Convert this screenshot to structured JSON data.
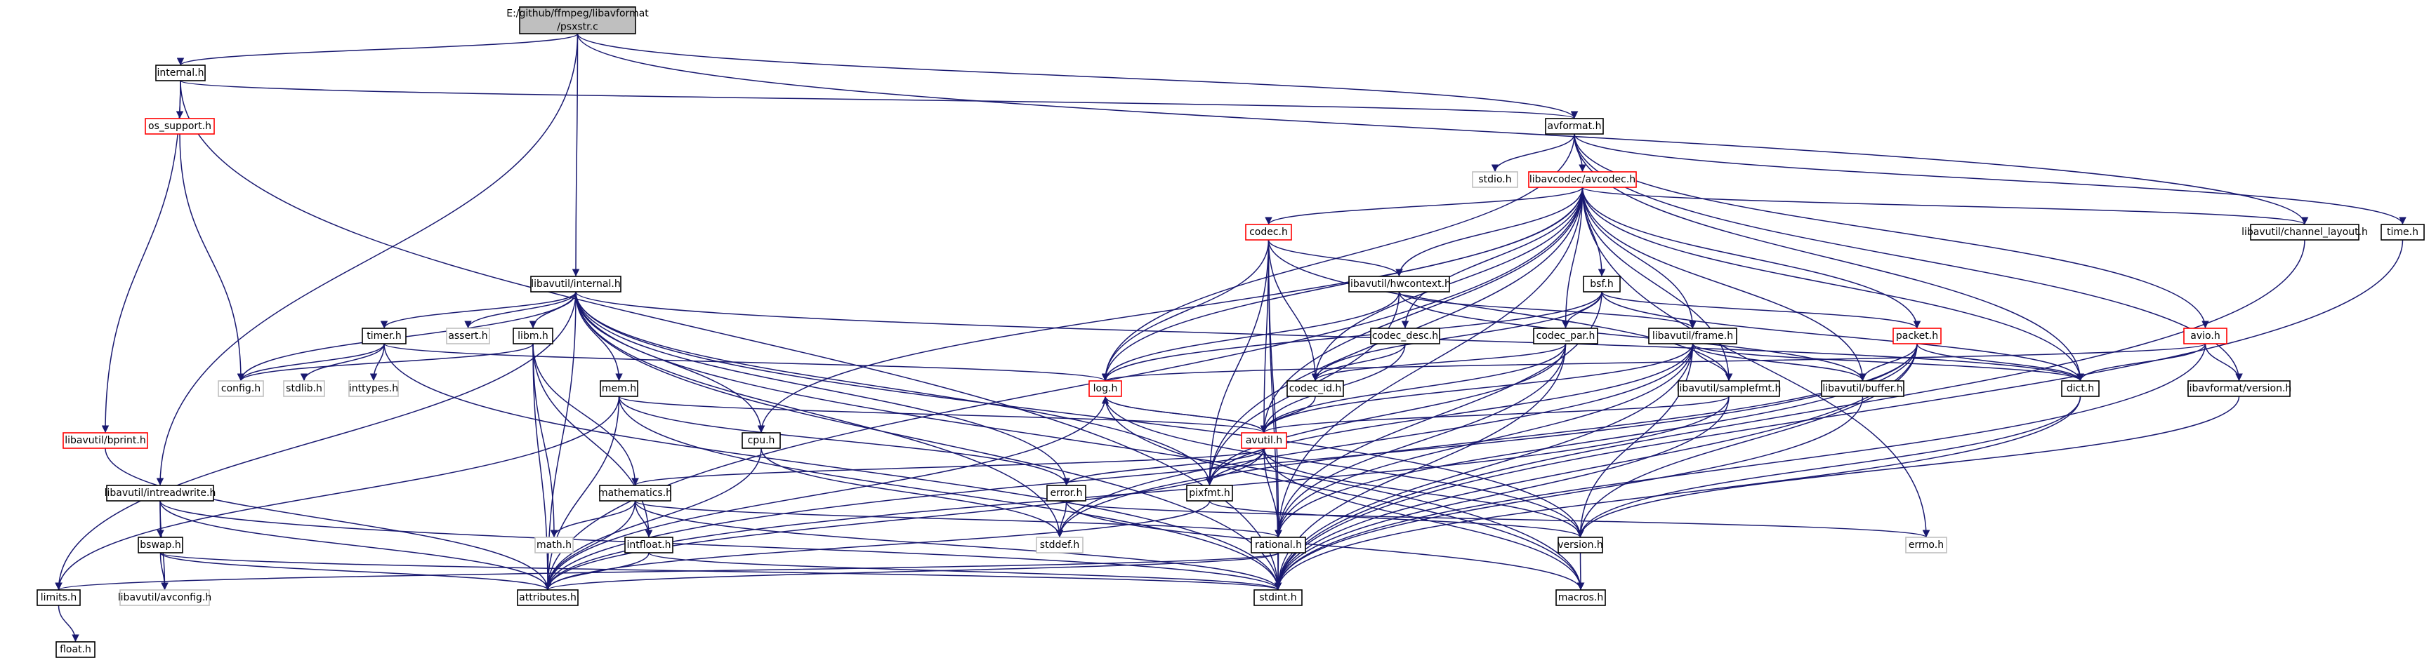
{
  "colors": {
    "background": "#ffffff",
    "edge": "#191970",
    "node_border": "#000000",
    "node_border_undocumented": "#bfbfbf",
    "node_border_truncated": "#ff0000",
    "root_fill": "#bfbfbf",
    "text": "#000000"
  },
  "nodes": [
    {
      "id": "root",
      "lines": [
        "E:/github/ffmpeg/libavformat",
        "/psxstr.c"
      ],
      "style": "root"
    },
    {
      "id": "internal_h",
      "lines": [
        "internal.h"
      ],
      "style": "normal"
    },
    {
      "id": "os_support",
      "lines": [
        "os_support.h"
      ],
      "style": "truncated"
    },
    {
      "id": "avformat_h",
      "lines": [
        "avformat.h"
      ],
      "style": "normal"
    },
    {
      "id": "stdio_h",
      "lines": [
        "stdio.h"
      ],
      "style": "undoc"
    },
    {
      "id": "avcodec_h",
      "lines": [
        "libavcodec/avcodec.h"
      ],
      "style": "truncated"
    },
    {
      "id": "codec_h",
      "lines": [
        "codec.h"
      ],
      "style": "truncated"
    },
    {
      "id": "hwcontext",
      "lines": [
        "libavutil/hwcontext.h"
      ],
      "style": "normal"
    },
    {
      "id": "bsf_h",
      "lines": [
        "bsf.h"
      ],
      "style": "normal"
    },
    {
      "id": "packet_h",
      "lines": [
        "packet.h"
      ],
      "style": "truncated"
    },
    {
      "id": "chlayout",
      "lines": [
        "libavutil/channel_layout.h"
      ],
      "style": "normal"
    },
    {
      "id": "time_h",
      "lines": [
        "time.h"
      ],
      "style": "normal"
    },
    {
      "id": "avio_h",
      "lines": [
        "avio.h"
      ],
      "style": "truncated"
    },
    {
      "id": "lavf_version",
      "lines": [
        "libavformat/version.h"
      ],
      "style": "normal"
    },
    {
      "id": "dict_h",
      "lines": [
        "dict.h"
      ],
      "style": "normal"
    },
    {
      "id": "lavu_internal",
      "lines": [
        "libavutil/internal.h"
      ],
      "style": "normal"
    },
    {
      "id": "timer_h",
      "lines": [
        "timer.h"
      ],
      "style": "normal"
    },
    {
      "id": "assert_h",
      "lines": [
        "assert.h"
      ],
      "style": "undoc"
    },
    {
      "id": "libm_h",
      "lines": [
        "libm.h"
      ],
      "style": "normal"
    },
    {
      "id": "config_h",
      "lines": [
        "config.h"
      ],
      "style": "undoc"
    },
    {
      "id": "stdlib_h",
      "lines": [
        "stdlib.h"
      ],
      "style": "undoc"
    },
    {
      "id": "inttypes_h",
      "lines": [
        "inttypes.h"
      ],
      "style": "undoc"
    },
    {
      "id": "codec_desc",
      "lines": [
        "codec_desc.h"
      ],
      "style": "normal"
    },
    {
      "id": "codec_par",
      "lines": [
        "codec_par.h"
      ],
      "style": "normal"
    },
    {
      "id": "frame_h",
      "lines": [
        "libavutil/frame.h"
      ],
      "style": "normal"
    },
    {
      "id": "codec_id",
      "lines": [
        "codec_id.h"
      ],
      "style": "normal"
    },
    {
      "id": "log_h",
      "lines": [
        "log.h"
      ],
      "style": "truncated"
    },
    {
      "id": "samplefmt",
      "lines": [
        "libavutil/samplefmt.h"
      ],
      "style": "normal"
    },
    {
      "id": "buffer_h",
      "lines": [
        "libavutil/buffer.h"
      ],
      "style": "normal"
    },
    {
      "id": "mem_h",
      "lines": [
        "mem.h"
      ],
      "style": "normal"
    },
    {
      "id": "cpu_h",
      "lines": [
        "cpu.h"
      ],
      "style": "normal"
    },
    {
      "id": "avutil_h",
      "lines": [
        "avutil.h"
      ],
      "style": "truncated"
    },
    {
      "id": "bprint",
      "lines": [
        "libavutil/bprint.h"
      ],
      "style": "truncated"
    },
    {
      "id": "intreadwrite",
      "lines": [
        "libavutil/intreadwrite.h"
      ],
      "style": "normal"
    },
    {
      "id": "mathematics",
      "lines": [
        "mathematics.h"
      ],
      "style": "normal"
    },
    {
      "id": "error_h",
      "lines": [
        "error.h"
      ],
      "style": "normal"
    },
    {
      "id": "pixfmt_h",
      "lines": [
        "pixfmt.h"
      ],
      "style": "normal"
    },
    {
      "id": "bswap_h",
      "lines": [
        "bswap.h"
      ],
      "style": "normal"
    },
    {
      "id": "math_h",
      "lines": [
        "math.h"
      ],
      "style": "undoc"
    },
    {
      "id": "intfloat_h",
      "lines": [
        "intfloat.h"
      ],
      "style": "normal"
    },
    {
      "id": "stddef_h",
      "lines": [
        "stddef.h"
      ],
      "style": "undoc"
    },
    {
      "id": "rational_h",
      "lines": [
        "rational.h"
      ],
      "style": "normal"
    },
    {
      "id": "version_h",
      "lines": [
        "version.h"
      ],
      "style": "normal"
    },
    {
      "id": "errno_h",
      "lines": [
        "errno.h"
      ],
      "style": "undoc"
    },
    {
      "id": "limits_h",
      "lines": [
        "limits.h"
      ],
      "style": "normal"
    },
    {
      "id": "avconfig",
      "lines": [
        "libavutil/avconfig.h"
      ],
      "style": "undoc"
    },
    {
      "id": "attributes",
      "lines": [
        "attributes.h"
      ],
      "style": "normal"
    },
    {
      "id": "stdint_h",
      "lines": [
        "stdint.h"
      ],
      "style": "normal"
    },
    {
      "id": "macros_h",
      "lines": [
        "macros.h"
      ],
      "style": "normal"
    },
    {
      "id": "float_h",
      "lines": [
        "float.h"
      ],
      "style": "normal"
    }
  ],
  "edges": [
    [
      "root",
      "internal_h"
    ],
    [
      "root",
      "avformat_h"
    ],
    [
      "root",
      "lavu_internal"
    ],
    [
      "root",
      "intreadwrite"
    ],
    [
      "root",
      "chlayout"
    ],
    [
      "internal_h",
      "os_support"
    ],
    [
      "internal_h",
      "avformat_h"
    ],
    [
      "internal_h",
      "bprint"
    ],
    [
      "internal_h",
      "stdint_h"
    ],
    [
      "os_support",
      "config_h"
    ],
    [
      "avformat_h",
      "stdio_h"
    ],
    [
      "avformat_h",
      "avcodec_h"
    ],
    [
      "avformat_h",
      "time_h"
    ],
    [
      "avformat_h",
      "avio_h"
    ],
    [
      "avformat_h",
      "lavf_version"
    ],
    [
      "avformat_h",
      "dict_h"
    ],
    [
      "avformat_h",
      "log_h"
    ],
    [
      "avcodec_h",
      "codec_h"
    ],
    [
      "avcodec_h",
      "hwcontext"
    ],
    [
      "avcodec_h",
      "bsf_h"
    ],
    [
      "avcodec_h",
      "packet_h"
    ],
    [
      "avcodec_h",
      "chlayout"
    ],
    [
      "avcodec_h",
      "dict_h"
    ],
    [
      "avcodec_h",
      "codec_desc"
    ],
    [
      "avcodec_h",
      "codec_par"
    ],
    [
      "avcodec_h",
      "frame_h"
    ],
    [
      "avcodec_h",
      "samplefmt"
    ],
    [
      "avcodec_h",
      "buffer_h"
    ],
    [
      "avcodec_h",
      "log_h"
    ],
    [
      "avcodec_h",
      "avutil_h"
    ],
    [
      "avcodec_h",
      "attributes"
    ],
    [
      "avcodec_h",
      "cpu_h"
    ],
    [
      "avcodec_h",
      "pixfmt_h"
    ],
    [
      "avcodec_h",
      "rational_h"
    ],
    [
      "avcodec_h",
      "errno_h"
    ],
    [
      "avcodec_h",
      "codec_id"
    ],
    [
      "codec_h",
      "hwcontext"
    ],
    [
      "codec_h",
      "codec_id"
    ],
    [
      "codec_h",
      "log_h"
    ],
    [
      "codec_h",
      "avutil_h"
    ],
    [
      "codec_h",
      "pixfmt_h"
    ],
    [
      "codec_h",
      "rational_h"
    ],
    [
      "codec_h",
      "samplefmt"
    ],
    [
      "codec_h",
      "stdint_h"
    ],
    [
      "hwcontext",
      "buffer_h"
    ],
    [
      "hwcontext",
      "frame_h"
    ],
    [
      "hwcontext",
      "log_h"
    ],
    [
      "hwcontext",
      "pixfmt_h"
    ],
    [
      "bsf_h",
      "codec_id"
    ],
    [
      "bsf_h",
      "codec_par"
    ],
    [
      "bsf_h",
      "packet_h"
    ],
    [
      "bsf_h",
      "dict_h"
    ],
    [
      "bsf_h",
      "log_h"
    ],
    [
      "bsf_h",
      "rational_h"
    ],
    [
      "packet_h",
      "buffer_h"
    ],
    [
      "packet_h",
      "dict_h"
    ],
    [
      "packet_h",
      "attributes"
    ],
    [
      "packet_h",
      "stdint_h"
    ],
    [
      "packet_h",
      "stddef_h"
    ],
    [
      "packet_h",
      "rational_h"
    ],
    [
      "packet_h",
      "version_h"
    ],
    [
      "chlayout",
      "stdint_h"
    ],
    [
      "time_h",
      "stdint_h"
    ],
    [
      "avio_h",
      "dict_h"
    ],
    [
      "avio_h",
      "lavf_version"
    ],
    [
      "avio_h",
      "log_h"
    ],
    [
      "avio_h",
      "stdint_h"
    ],
    [
      "lavf_version",
      "version_h"
    ],
    [
      "dict_h",
      "stdint_h"
    ],
    [
      "dict_h",
      "version_h"
    ],
    [
      "lavu_internal",
      "timer_h"
    ],
    [
      "lavu_internal",
      "assert_h"
    ],
    [
      "lavu_internal",
      "libm_h"
    ],
    [
      "lavu_internal",
      "config_h"
    ],
    [
      "lavu_internal",
      "attributes"
    ],
    [
      "lavu_internal",
      "mem_h"
    ],
    [
      "lavu_internal",
      "cpu_h"
    ],
    [
      "lavu_internal",
      "dict_h"
    ],
    [
      "lavu_internal",
      "pixfmt_h"
    ],
    [
      "lavu_internal",
      "limits_h"
    ],
    [
      "lavu_internal",
      "stdint_h"
    ],
    [
      "lavu_internal",
      "stddef_h"
    ],
    [
      "lavu_internal",
      "version_h"
    ],
    [
      "lavu_internal",
      "error_h"
    ],
    [
      "lavu_internal",
      "macros_h"
    ],
    [
      "timer_h",
      "config_h"
    ],
    [
      "timer_h",
      "stdlib_h"
    ],
    [
      "timer_h",
      "inttypes_h"
    ],
    [
      "timer_h",
      "log_h"
    ],
    [
      "timer_h",
      "stdint_h"
    ],
    [
      "libm_h",
      "config_h"
    ],
    [
      "libm_h",
      "math_h"
    ],
    [
      "libm_h",
      "attributes"
    ],
    [
      "libm_h",
      "mathematics"
    ],
    [
      "libm_h",
      "intfloat_h"
    ],
    [
      "codec_desc",
      "codec_id"
    ],
    [
      "codec_desc",
      "avutil_h"
    ],
    [
      "codec_par",
      "codec_id"
    ],
    [
      "codec_par",
      "avutil_h"
    ],
    [
      "codec_par",
      "rational_h"
    ],
    [
      "codec_par",
      "pixfmt_h"
    ],
    [
      "codec_par",
      "stdint_h"
    ],
    [
      "frame_h",
      "avutil_h"
    ],
    [
      "frame_h",
      "buffer_h"
    ],
    [
      "frame_h",
      "dict_h"
    ],
    [
      "frame_h",
      "rational_h"
    ],
    [
      "frame_h",
      "samplefmt"
    ],
    [
      "frame_h",
      "pixfmt_h"
    ],
    [
      "frame_h",
      "version_h"
    ],
    [
      "frame_h",
      "stdint_h"
    ],
    [
      "frame_h",
      "stddef_h"
    ],
    [
      "codec_id",
      "avutil_h"
    ],
    [
      "log_h",
      "avutil_h"
    ],
    [
      "log_h",
      "attributes"
    ],
    [
      "log_h",
      "version_h"
    ],
    [
      "log_h",
      "macros_h"
    ],
    [
      "samplefmt",
      "avutil_h"
    ],
    [
      "samplefmt",
      "attributes"
    ],
    [
      "samplefmt",
      "stdint_h"
    ],
    [
      "buffer_h",
      "stdint_h"
    ],
    [
      "mem_h",
      "limits_h"
    ],
    [
      "mem_h",
      "attributes"
    ],
    [
      "mem_h",
      "avutil_h"
    ],
    [
      "mem_h",
      "stdint_h"
    ],
    [
      "mem_h",
      "error_h"
    ],
    [
      "cpu_h",
      "attributes"
    ],
    [
      "cpu_h",
      "stddef_h"
    ],
    [
      "avutil_h",
      "mathematics"
    ],
    [
      "avutil_h",
      "error_h"
    ],
    [
      "avutil_h",
      "pixfmt_h"
    ],
    [
      "avutil_h",
      "rational_h"
    ],
    [
      "avutil_h",
      "version_h"
    ],
    [
      "avutil_h",
      "log_h"
    ],
    [
      "avutil_h",
      "macros_h"
    ],
    [
      "avutil_h",
      "attributes"
    ],
    [
      "bprint",
      "attributes"
    ],
    [
      "intreadwrite",
      "bswap_h"
    ],
    [
      "intreadwrite",
      "avconfig"
    ],
    [
      "intreadwrite",
      "attributes"
    ],
    [
      "intreadwrite",
      "stdint_h"
    ],
    [
      "mathematics",
      "math_h"
    ],
    [
      "mathematics",
      "intfloat_h"
    ],
    [
      "mathematics",
      "attributes"
    ],
    [
      "mathematics",
      "rational_h"
    ],
    [
      "mathematics",
      "stdint_h"
    ],
    [
      "error_h",
      "errno_h"
    ],
    [
      "error_h",
      "stddef_h"
    ],
    [
      "error_h",
      "macros_h"
    ],
    [
      "pixfmt_h",
      "attributes"
    ],
    [
      "pixfmt_h",
      "version_h"
    ],
    [
      "bswap_h",
      "avconfig"
    ],
    [
      "bswap_h",
      "attributes"
    ],
    [
      "bswap_h",
      "stdint_h"
    ],
    [
      "intfloat_h",
      "attributes"
    ],
    [
      "intfloat_h",
      "stdint_h"
    ],
    [
      "rational_h",
      "limits_h"
    ],
    [
      "rational_h",
      "attributes"
    ],
    [
      "rational_h",
      "stdint_h"
    ],
    [
      "version_h",
      "macros_h"
    ],
    [
      "limits_h",
      "float_h"
    ]
  ]
}
